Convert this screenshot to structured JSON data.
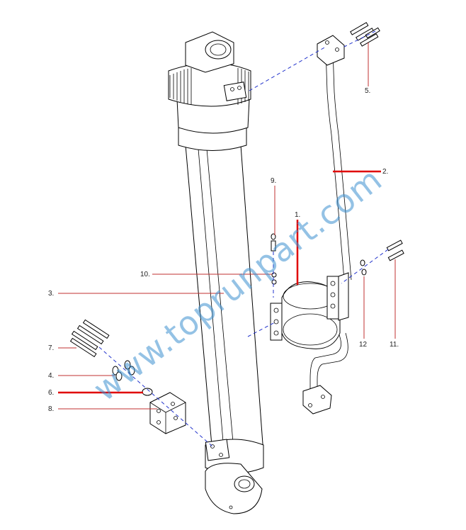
{
  "watermark": "www.toprunpart.com",
  "callouts": [
    {
      "id": "c1",
      "label": "1."
    },
    {
      "id": "c2",
      "label": "2."
    },
    {
      "id": "c3",
      "label": "3."
    },
    {
      "id": "c4",
      "label": "4."
    },
    {
      "id": "c5",
      "label": "5."
    },
    {
      "id": "c6",
      "label": "6."
    },
    {
      "id": "c7",
      "label": "7."
    },
    {
      "id": "c8",
      "label": "8."
    },
    {
      "id": "c9",
      "label": "9."
    },
    {
      "id": "c10",
      "label": "10."
    },
    {
      "id": "c11",
      "label": "11."
    },
    {
      "id": "c12",
      "label": "12"
    }
  ],
  "colors": {
    "highlight": "#e00000",
    "leader": "#c03030",
    "watermark": "#3d8fd0",
    "centerline": "#2233cc"
  }
}
